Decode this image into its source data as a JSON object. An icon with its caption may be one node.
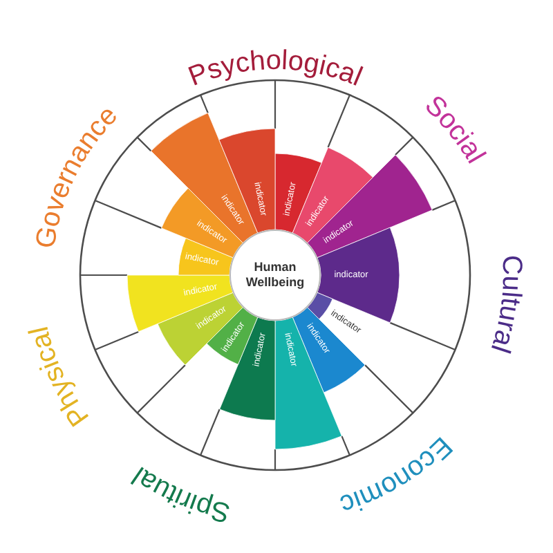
{
  "diagram": {
    "nodes": [
      {
        "text": [
          "Human Wellbeing"
        ]
      },
      {
        "text": [
          "indicator"
        ]
      },
      {
        "text": [
          "indicator"
        ]
      },
      {
        "text": [
          "indicator"
        ]
      },
      {
        "text": [
          "indicator"
        ]
      },
      {
        "text": [
          "indicator"
        ]
      },
      {
        "text": [
          "indicator"
        ]
      },
      {
        "text": [
          "indicator"
        ]
      },
      {
        "text": [
          "indicator"
        ]
      },
      {
        "text": [
          "indicator"
        ]
      },
      {
        "text": [
          "indicator"
        ]
      },
      {
        "text": [
          "indicator"
        ]
      },
      {
        "text": [
          "indicator"
        ]
      },
      {
        "text": [
          "indicator"
        ]
      },
      {
        "text": [
          "indicator"
        ]
      },
      {
        "text": [
          "indicator"
        ]
      }
    ],
    "labels": [
      "Psychological",
      "Social",
      "Cultural",
      "Economic",
      "Spiritual",
      "Physical",
      "Governance"
    ]
  }
}
